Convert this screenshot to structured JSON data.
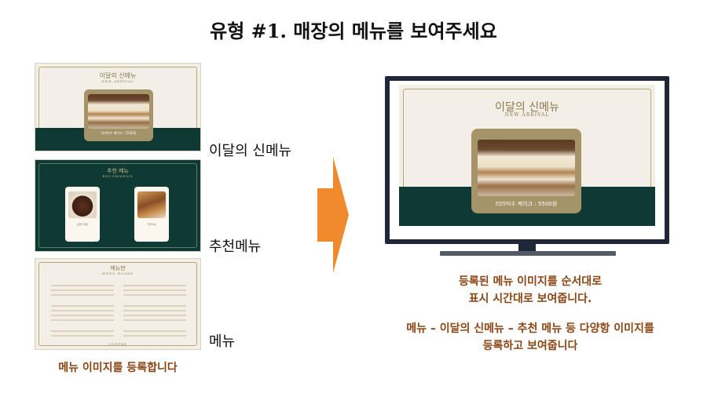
{
  "title": "유형 #1. 매장의 메뉴를 보여주세요",
  "thumbnails": {
    "new_menu": {
      "heading": "이달의 신메뉴",
      "sub": "NEW ARRIVAL",
      "plate_caption": "티라미수 케이크 : 5500원",
      "label": "이달의 신메뉴"
    },
    "recommend": {
      "heading": "추천 메뉴",
      "sub": "RECOMMEND",
      "card1_caption": "쇼콜라 퐁당",
      "card2_caption": "크루아상",
      "label": "추천메뉴"
    },
    "menu_board": {
      "heading": "메뉴판",
      "sub": "MENU BOARD",
      "footer": "COFFEE",
      "label": "메뉴"
    }
  },
  "left_caption": "메뉴 이미지를 등록합니다",
  "monitor_screen": {
    "heading": "이달의 신메뉴",
    "sub": "NEW ARRIVAL",
    "plate_caption": "티라미수 케이크 : 5500원"
  },
  "right_caption": {
    "line1": "등록된 메뉴 이미지를 순서대로",
    "line2": "표시 시간대로 보여줍니다.",
    "line3": "메뉴 – 이달의 신메뉴 – 추천 메뉴 등 다양항 이미지를",
    "line4": "등록하고 보여줍니다"
  },
  "colors": {
    "accent": "#8b4513",
    "arrow": "#f08a2c",
    "dark_green": "#0f3a33",
    "cream": "#f4efe6",
    "gold": "#a5936a",
    "monitor": "#1f2738"
  }
}
